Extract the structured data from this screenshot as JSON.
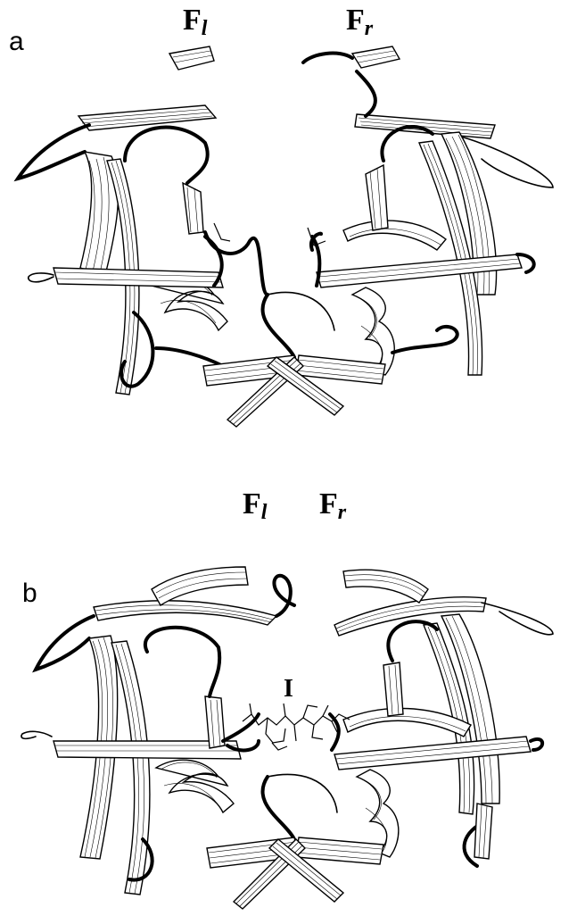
{
  "figure": {
    "panels": [
      {
        "letter": "a",
        "flap_left": {
          "letter": "F",
          "subscript": "l"
        },
        "flap_right": {
          "letter": "F",
          "subscript": "r"
        }
      },
      {
        "letter": "b",
        "flap_left": {
          "letter": "F",
          "subscript": "l"
        },
        "flap_right": {
          "letter": "F",
          "subscript": "r"
        },
        "inhibitor_label": "I"
      }
    ]
  }
}
